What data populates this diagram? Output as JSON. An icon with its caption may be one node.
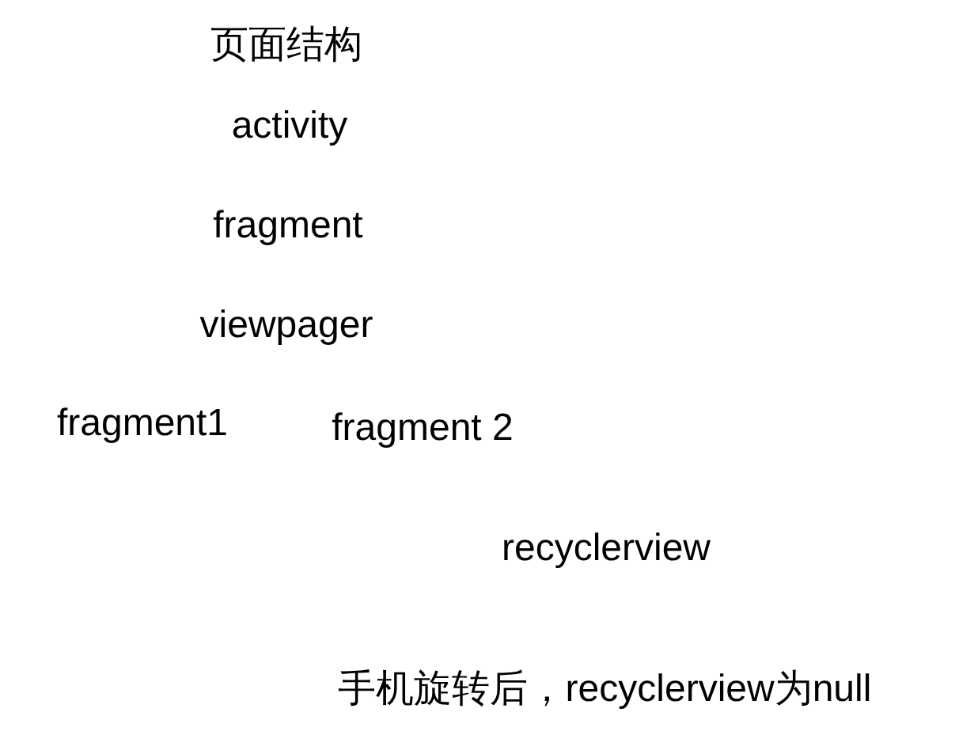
{
  "diagram": {
    "title": "页面结构",
    "labels": [
      "activity",
      "fragment",
      "viewpager",
      "fragment1",
      "fragment 2",
      "recyclerview",
      "手机旋转后，recyclerview为null"
    ]
  }
}
